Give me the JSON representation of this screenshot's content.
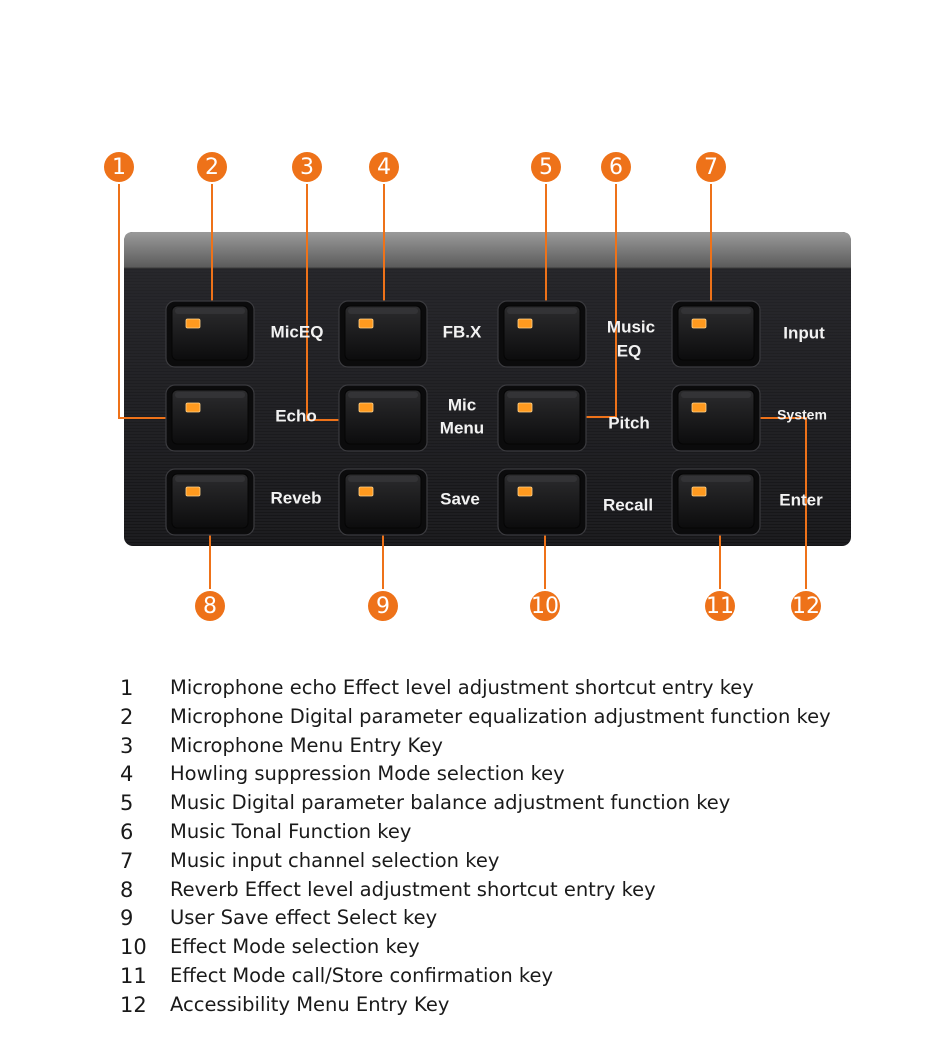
{
  "colors": {
    "callout": "#ee7219",
    "led": "#ff9a1f",
    "panel": "#1c1c1e",
    "panel_top": "#7c7c7c",
    "label_text": "#f2f2f2"
  },
  "keys": [
    {
      "id": "mic-eq",
      "label_lines": [
        "MicEQ"
      ]
    },
    {
      "id": "fbx",
      "label_lines": [
        "FB.X"
      ]
    },
    {
      "id": "music-eq",
      "label_lines": [
        "Music",
        "EQ"
      ]
    },
    {
      "id": "input",
      "label_lines": [
        "Input"
      ]
    },
    {
      "id": "echo",
      "label_lines": [
        "Echo"
      ]
    },
    {
      "id": "mic-menu",
      "label_lines": [
        "Mic",
        "Menu"
      ]
    },
    {
      "id": "pitch",
      "label_lines": [
        "Pitch"
      ]
    },
    {
      "id": "system",
      "label_lines": [
        "System"
      ]
    },
    {
      "id": "reveb",
      "label_lines": [
        "Reveb"
      ]
    },
    {
      "id": "save",
      "label_lines": [
        "Save"
      ]
    },
    {
      "id": "recall",
      "label_lines": [
        "Recall"
      ]
    },
    {
      "id": "enter",
      "label_lines": [
        "Enter"
      ]
    }
  ],
  "callouts": [
    "1",
    "2",
    "3",
    "4",
    "5",
    "6",
    "7",
    "8",
    "9",
    "10",
    "11",
    "12"
  ],
  "legend": [
    {
      "num": "1",
      "text": "Microphone echo Effect level adjustment shortcut entry key"
    },
    {
      "num": "2",
      "text": "Microphone Digital parameter equalization adjustment function key"
    },
    {
      "num": "3",
      "text": "Microphone Menu Entry Key"
    },
    {
      "num": "4",
      "text": "Howling suppression Mode selection key"
    },
    {
      "num": "5",
      "text": "Music Digital parameter balance adjustment function key"
    },
    {
      "num": "6",
      "text": "Music Tonal Function key"
    },
    {
      "num": "7",
      "text": "Music input channel selection key"
    },
    {
      "num": "8",
      "text": "Reverb Effect level adjustment shortcut entry key"
    },
    {
      "num": "9",
      "text": "User Save effect Select key"
    },
    {
      "num": "10",
      "text": "Effect Mode selection key"
    },
    {
      "num": "11",
      "text": "Effect Mode call/Store confirmation key"
    },
    {
      "num": "12",
      "text": "Accessibility Menu Entry Key"
    }
  ]
}
